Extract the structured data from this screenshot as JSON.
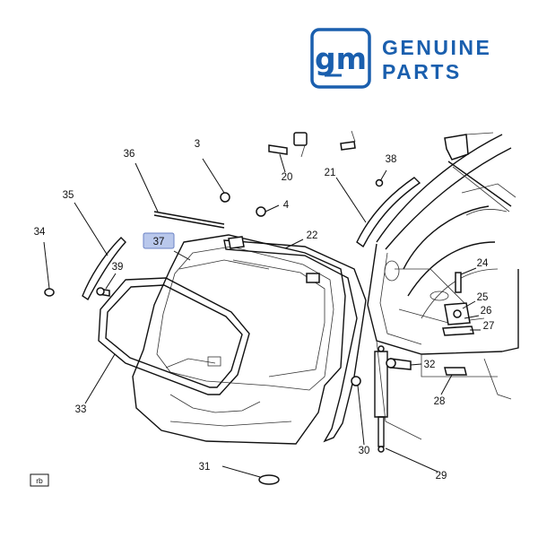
{
  "brand": {
    "logo_text": "gm",
    "line1": "GENUINE",
    "line2": "PARTS",
    "color": "#1a5fae"
  },
  "callouts": [
    "3",
    "4",
    "20",
    "21",
    "22",
    "24",
    "25",
    "26",
    "27",
    "28",
    "29",
    "30",
    "31",
    "32",
    "33",
    "34",
    "35",
    "36",
    "37",
    "38",
    "39"
  ],
  "highlighted_callout": "37",
  "highlight_color": "#b9c8ec",
  "corner_tag": "rb"
}
